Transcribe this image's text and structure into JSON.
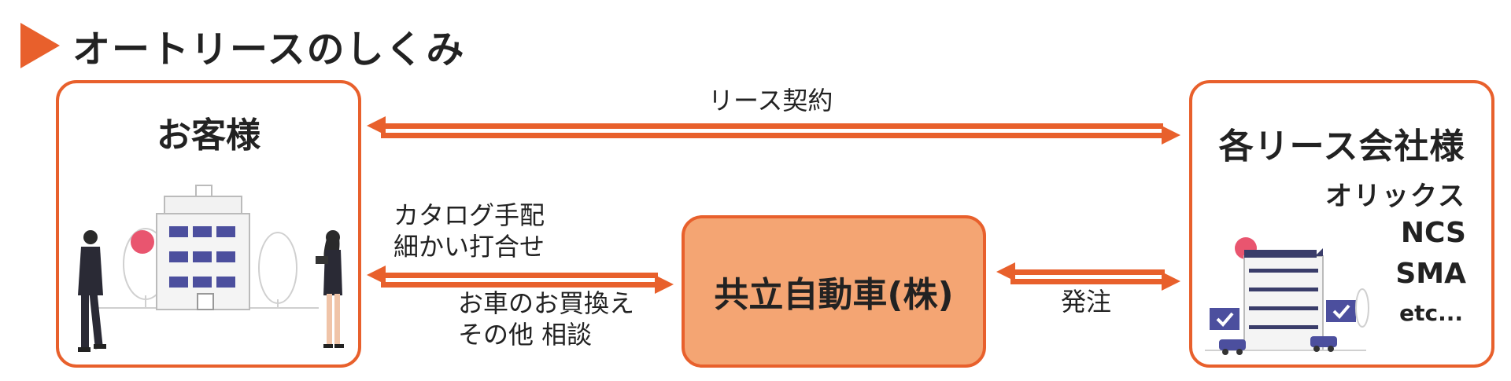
{
  "title": "オートリースのしくみ",
  "customer": {
    "title": "お客様"
  },
  "lease_companies": {
    "title": "各リース会社様",
    "names": [
      "オリックス",
      "NCS",
      "SMA",
      "etc..."
    ]
  },
  "kyoritsu": {
    "title": "共立自動車(株)"
  },
  "arrows": {
    "contract": "リース契約",
    "catalog_line1": "カタログ手配",
    "catalog_line2": "細かい打合せ",
    "replace_line1": "お車のお買換え",
    "replace_line2": "その他 相談",
    "order": "発注"
  },
  "colors": {
    "accent": "#e8602c",
    "kyoritsu_fill": "#f4a573",
    "building_window": "#4c4f9e",
    "sun": "#e9556f"
  }
}
